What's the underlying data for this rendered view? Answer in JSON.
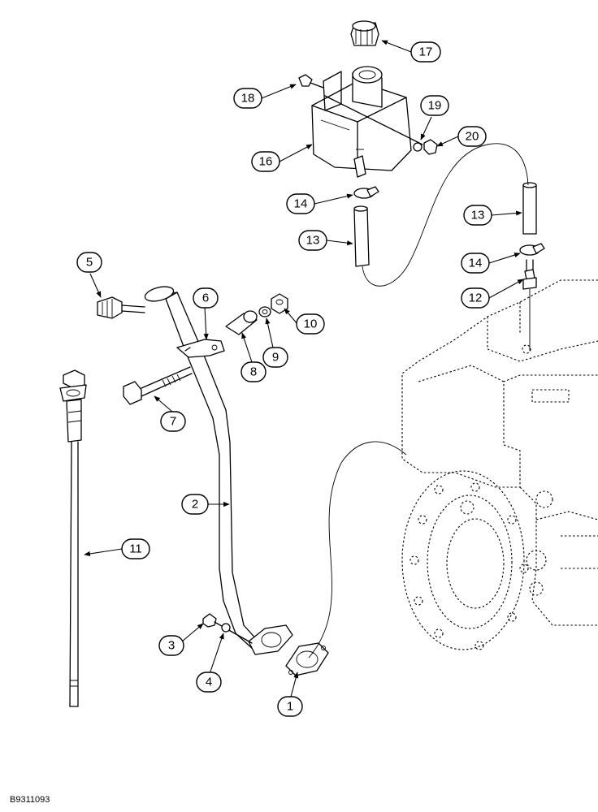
{
  "figure_ref": "B9311093",
  "callouts": {
    "c1": "1",
    "c2": "2",
    "c3": "3",
    "c4": "4",
    "c5": "5",
    "c6": "6",
    "c7": "7",
    "c8": "8",
    "c9": "9",
    "c10": "10",
    "c11": "11",
    "c12": "12",
    "c13a": "13",
    "c13b": "13",
    "c14a": "14",
    "c14b": "14",
    "c16": "16",
    "c17": "17",
    "c18": "18",
    "c19": "19",
    "c20": "20"
  }
}
